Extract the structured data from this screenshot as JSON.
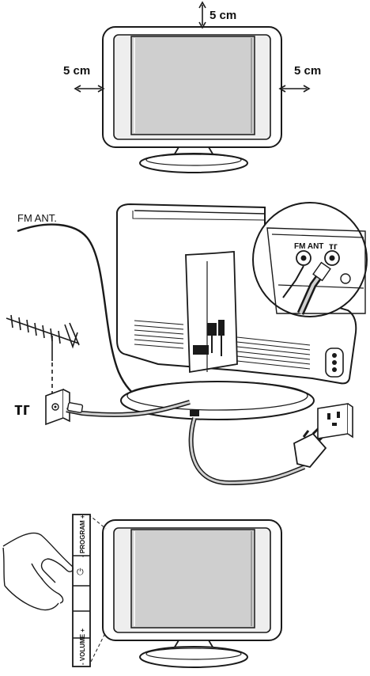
{
  "clearance": {
    "top": "5 cm",
    "left": "5 cm",
    "right": "5 cm"
  },
  "connections": {
    "fm_antenna_label": "FM ANT.",
    "inset_fm_label": "FM ANT",
    "inset_tv_symbol": "тг",
    "wall_socket_symbol": "тг"
  },
  "side_controls": {
    "program_label": "- PROGRAM +",
    "volume_label": "- VOLUME +",
    "power_symbol": "⏻"
  },
  "colors": {
    "line": "#1a1a1a",
    "screen": "#cfcfcf",
    "bezel": "#eeeeee",
    "cable": "#d0d0d0"
  }
}
